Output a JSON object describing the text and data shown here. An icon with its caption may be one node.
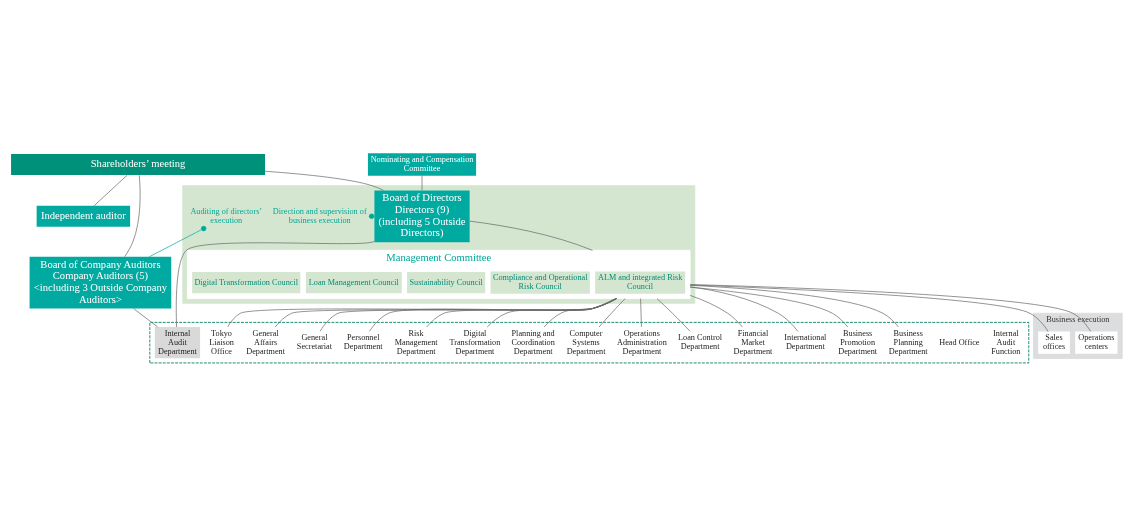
{
  "diagram": {
    "nodes": [
      {
        "text": [
          "Shareholders’ meeting"
        ]
      },
      {
        "text": [
          "Independent auditor"
        ]
      },
      {
        "text": [
          "Nominating and Compensation Committee"
        ]
      },
      {
        "text": [],
        "shape": "box"
      },
      {
        "text": [
          "Direction and supervision of business execution"
        ],
        "in": 3
      },
      {
        "text": [
          "Board of Directors",
          "Directors (9)",
          "(including 5 Outside Directors)"
        ],
        "in": 3
      },
      {
        "text": [
          "Auditing of directors’ execution"
        ],
        "in": 3
      },
      {
        "text": [
          "Management Committee"
        ],
        "in": 3
      },
      {
        "text": [
          "ALM and integrated Risk Council"
        ],
        "in": 7
      },
      {
        "text": [
          "Compliance and Operational Risk Council"
        ],
        "in": 7
      },
      {
        "text": [
          "Sustainability Council"
        ],
        "in": 7
      },
      {
        "text": [
          "Loan Management Council"
        ],
        "in": 7
      },
      {
        "text": [
          "Digital Transformation Council"
        ],
        "in": 7
      },
      {
        "text": [
          "Board of Company Auditors",
          "Company Auditors (5)",
          "<including 3 Outside Company Auditors>"
        ]
      },
      {
        "text": [
          "Business execution"
        ]
      },
      {
        "text": [
          "Operations centers"
        ],
        "in": 14
      },
      {
        "text": [
          "Sales offices"
        ],
        "in": 14
      },
      {
        "text": [],
        "shape": "box"
      },
      {
        "text": [
          "Head Office"
        ],
        "in": 17
      },
      {
        "text": [
          "Business Planning Department"
        ],
        "in": 17
      },
      {
        "text": [
          "Business Promotion Department"
        ],
        "in": 17
      },
      {
        "text": [
          "International Department"
        ],
        "in": 17
      },
      {
        "text": [
          "Financial Market Department"
        ],
        "in": 17
      },
      {
        "text": [
          "Loan Control Department"
        ],
        "in": 17
      },
      {
        "text": [
          "Operations Administration Department"
        ],
        "in": 17
      },
      {
        "text": [
          "Computer Systems Department"
        ],
        "in": 17
      },
      {
        "text": [
          "Planning and Coordination Department"
        ],
        "in": 17
      },
      {
        "text": [
          "Digital Transformation Department"
        ],
        "in": 17
      },
      {
        "text": [
          "Risk Management Department"
        ],
        "in": 17
      },
      {
        "text": [
          "Personnel Department"
        ],
        "in": 17
      },
      {
        "text": [
          "General Secretariat"
        ],
        "in": 17
      },
      {
        "text": [
          "General Affairs Department"
        ],
        "in": 17
      },
      {
        "text": [
          "Tokyo Liaison Office"
        ],
        "in": 17
      },
      {
        "text": [
          "Internal Audit Department"
        ],
        "in": 17
      }
    ],
    "edges": [
      {
        "from": 0,
        "to": 1,
        "arrow": "none"
      },
      {
        "from": 0,
        "to": 5,
        "arrow": "none"
      },
      {
        "from": 0,
        "to": 13,
        "arrow": "none"
      },
      {
        "from": 2,
        "to": 5,
        "arrow": "none"
      },
      {
        "from": 4,
        "to": 5,
        "arrow": "other",
        "color": "#00a898"
      },
      {
        "from": 6,
        "to": 13,
        "arrow": "other",
        "color": "#00a898"
      },
      {
        "from": 5,
        "to": 7,
        "arrow": "none"
      },
      {
        "from": 7,
        "to": 15,
        "arrow": "none"
      },
      {
        "from": 7,
        "to": 16,
        "arrow": "none"
      },
      {
        "from": 7,
        "to": 19,
        "arrow": "none"
      },
      {
        "from": 7,
        "to": 20,
        "arrow": "none"
      },
      {
        "from": 7,
        "to": 21,
        "arrow": "none"
      },
      {
        "from": 7,
        "to": 22,
        "arrow": "none"
      },
      {
        "from": 7,
        "to": 23,
        "arrow": "none"
      },
      {
        "from": 7,
        "to": 24,
        "arrow": "none"
      },
      {
        "from": 7,
        "to": 25,
        "arrow": "none"
      },
      {
        "from": 7,
        "to": 26,
        "arrow": "none"
      },
      {
        "from": 7,
        "to": 27,
        "arrow": "none"
      },
      {
        "from": 7,
        "to": 28,
        "arrow": "none"
      },
      {
        "from": 7,
        "to": 29,
        "arrow": "none"
      },
      {
        "from": 7,
        "to": 30,
        "arrow": "none"
      },
      {
        "from": 7,
        "to": 31,
        "arrow": "none"
      },
      {
        "from": 7,
        "to": 32,
        "arrow": "none"
      },
      {
        "from": 5,
        "to": 33,
        "arrow": "none"
      },
      {
        "from": 13,
        "to": 33,
        "arrow": "none"
      }
    ],
    "labels": [
      "Internal Audit Function"
    ]
  }
}
